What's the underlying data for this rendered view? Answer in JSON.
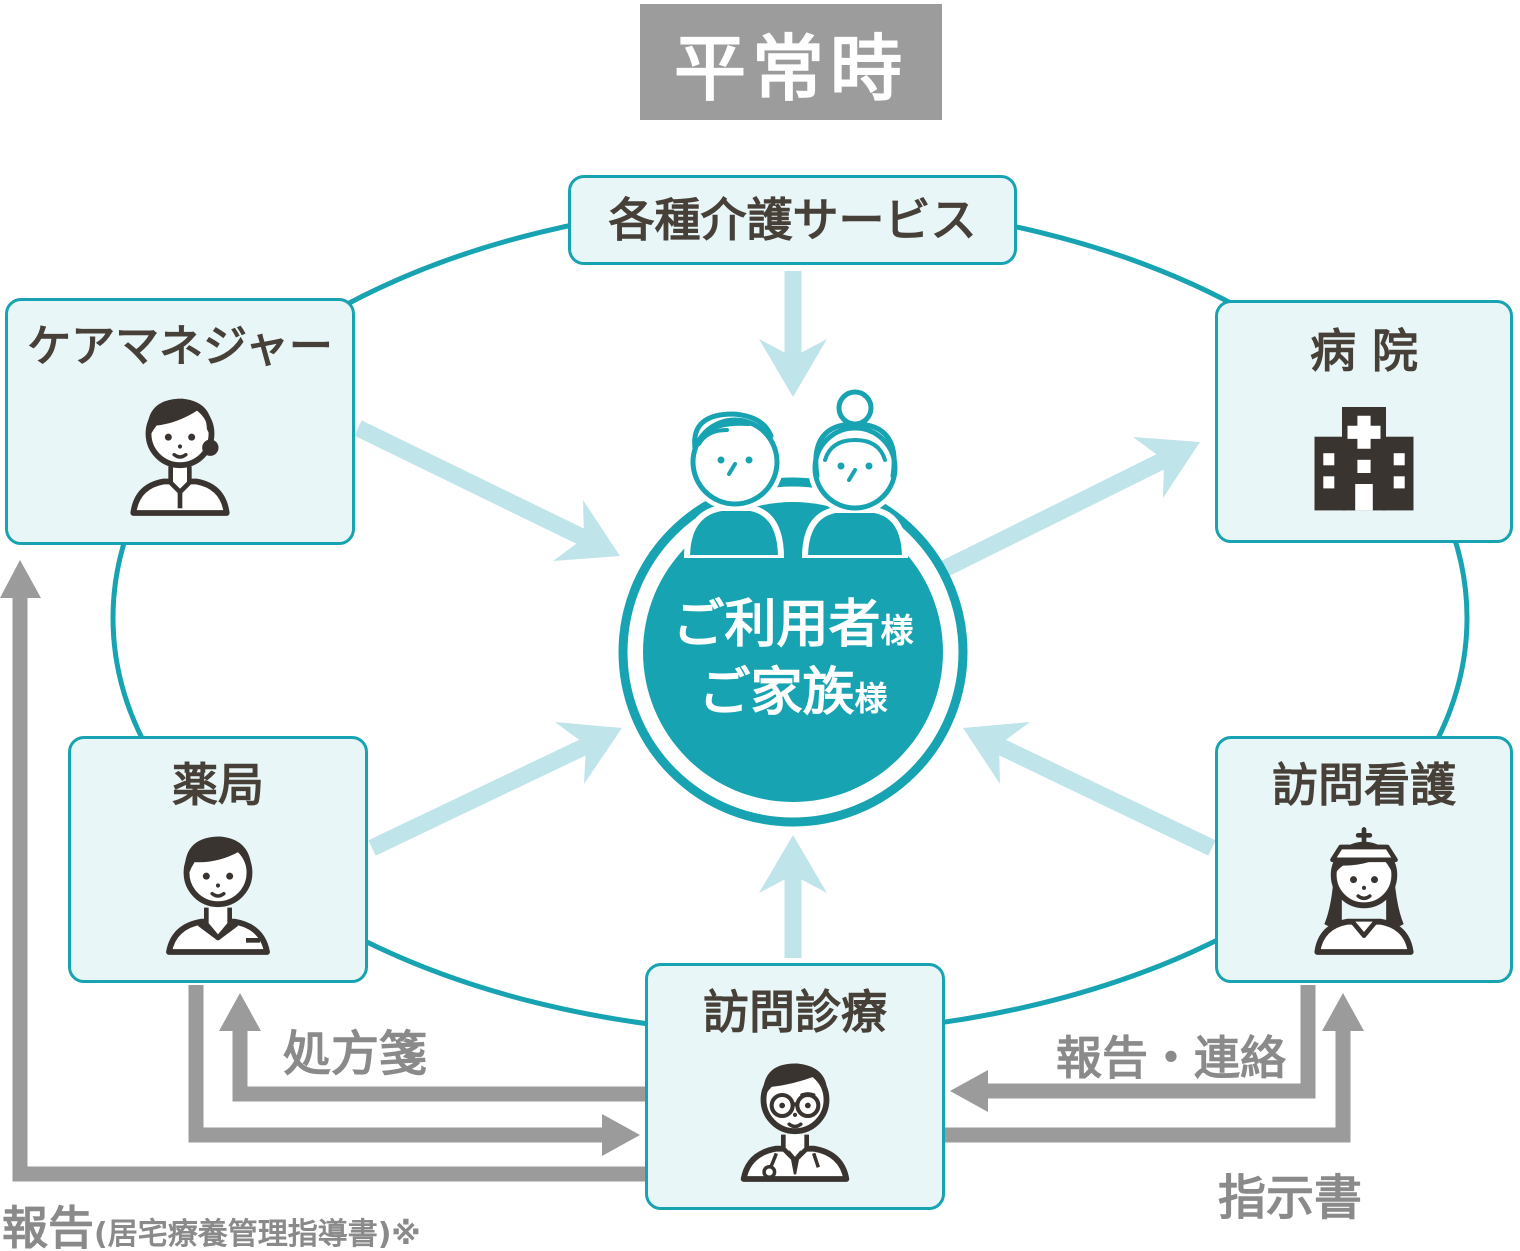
{
  "title": "平常時",
  "center": {
    "line1": "ご利用者",
    "line1_suffix": "様",
    "line2": "ご家族",
    "line2_suffix": "様",
    "icon": "elderly-couple-icon"
  },
  "nodes": {
    "care_services": {
      "label": "各種介護サービス"
    },
    "care_manager": {
      "label": "ケアマネジャー",
      "icon": "care-manager-person-icon"
    },
    "hospital": {
      "label": "病 院",
      "icon": "hospital-building-icon"
    },
    "pharmacy": {
      "label": "薬局",
      "icon": "pharmacist-person-icon"
    },
    "visiting_nurse": {
      "label": "訪問看護",
      "icon": "nurse-person-icon"
    },
    "home_medical": {
      "label": "訪問診療",
      "icon": "doctor-person-icon"
    }
  },
  "flow_labels": {
    "prescription": "処方箋",
    "report_contact": "報告・連絡",
    "instruction": "指示書",
    "report": "報告",
    "report_note": "(居宅療養管理指導書)※"
  },
  "colors": {
    "teal_ring": "#17A3B1",
    "teal_fill": "#18A3B2",
    "light_arrow": "#BFE4EA",
    "box_fill": "#E9F6F8",
    "gray_arrow": "#9B9B9B",
    "label_gray": "#8A8A8A",
    "title_bg": "#9C9C9C",
    "dark_text": "#474038",
    "icon_ink": "#3A3430"
  }
}
